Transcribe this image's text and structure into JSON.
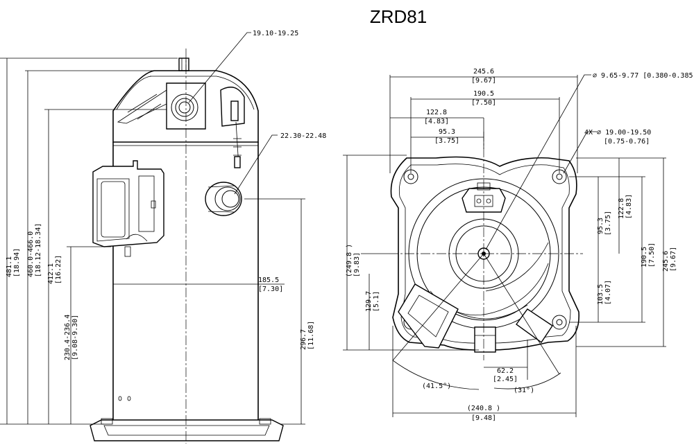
{
  "title": "ZRD81",
  "side_view": {
    "pipe_diameter_top": "19.10-19.25",
    "pipe_diameter_side": "22.30-22.48",
    "height_total": "481.1",
    "height_total_in": "[18.94]",
    "height_top_fitting": "460.0-466.0",
    "height_top_fitting_in": "[18.12-18.34]",
    "height_shell": "412.1",
    "height_shell_in": "[16.22]",
    "height_box": "230.4-236.4",
    "height_box_in": "[9.08-9.30]",
    "offset_side_fitting": "185.5",
    "offset_side_fitting_in": "[7.30]",
    "height_side_fitting": "296.7",
    "height_side_fitting_in": "[11.68]"
  },
  "top_view": {
    "width_total": "245.6",
    "width_total_in": "[9.67]",
    "hole_spacing": "190.5",
    "hole_spacing_in": "[7.50]",
    "center_offset": "122.8",
    "center_offset_in": "[4.83]",
    "half_spacing": "95.3",
    "half_spacing_in": "[3.75]",
    "center_hole_dia": "∅ 9.65-9.77 [0.380-0.385]",
    "mount_holes_label": "4X ∅ 19.00-19.50",
    "mount_holes_in": "[0.75-0.76]",
    "right_offset": "122.8",
    "right_offset_in": "[4.83]",
    "right_half": "95.3",
    "right_half_in": "[3.75]",
    "right_spacing": "190.5",
    "right_spacing_in": "[7.50]",
    "right_total": "245.6",
    "right_total_in": "[9.67]",
    "right_lower": "103.5",
    "right_lower_in": "[4.07]",
    "left_total": "(249.8 )",
    "left_total_in": "[9.83]",
    "left_lower": "129.7",
    "left_lower_in": "[5.1]",
    "bottom_offset": "62.2",
    "bottom_offset_in": "[2.45]",
    "bottom_total": "(240.8 )",
    "bottom_total_in": "[9.48]",
    "angle_left": "(41.5°)",
    "angle_right": "(31°)"
  }
}
